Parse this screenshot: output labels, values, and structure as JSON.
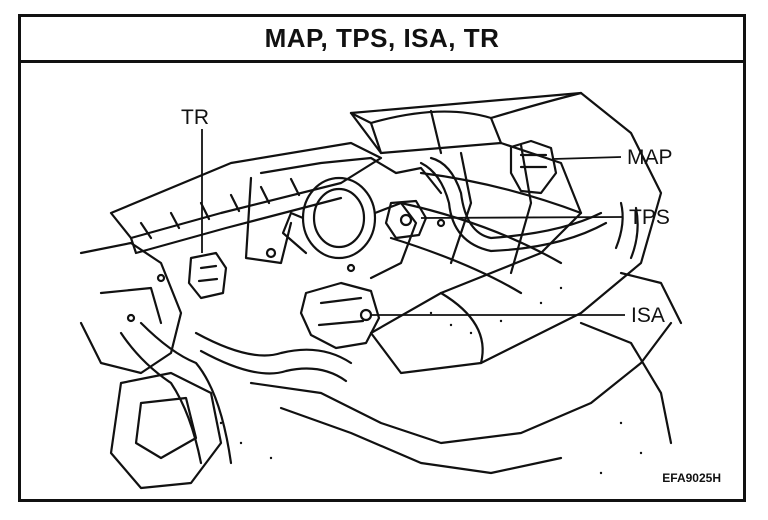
{
  "title": "MAP, TPS, ISA, TR",
  "labels": {
    "tr": "TR",
    "map": "MAP",
    "tps": "TPS",
    "isa": "ISA"
  },
  "figure_code": "EFA9025H",
  "colors": {
    "ink": "#111111",
    "paper": "#ffffff"
  }
}
